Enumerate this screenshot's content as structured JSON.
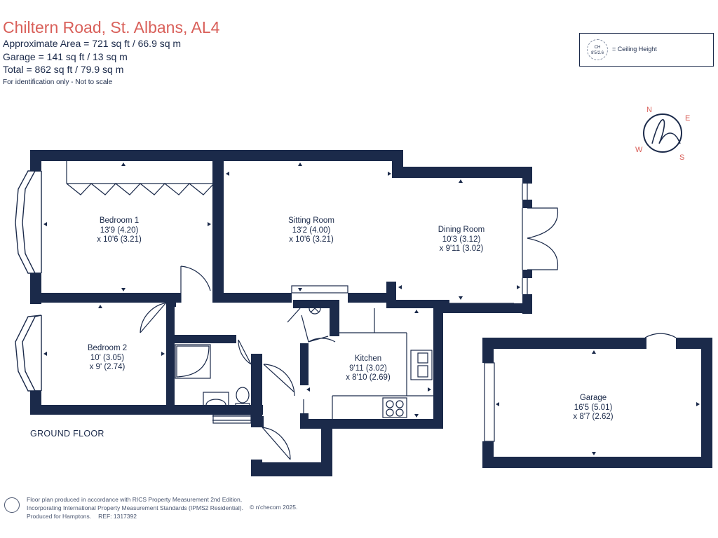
{
  "header": {
    "title": "Chiltern Road, St. Albans, AL4",
    "approx_area": "Approximate Area = 721 sq ft / 66.9 sq m",
    "garage_area": "Garage = 141 sq ft / 13 sq m",
    "total_area": "Total = 862 sq ft / 79.9 sq m",
    "note": "For identification only - Not to scale"
  },
  "legend": {
    "badge": "CH\n8'5/2.6",
    "badge_top": "CH",
    "badge_bottom": "8'5/2.6",
    "label": "= Ceiling Height"
  },
  "compass": {
    "n": "N",
    "e": "E",
    "s": "S",
    "w": "W",
    "mark": "h"
  },
  "rooms": {
    "bedroom1": {
      "name": "Bedroom 1",
      "dim1": "13'9 (4.20)",
      "dim2": "x 10'6 (3.21)"
    },
    "sitting": {
      "name": "Sitting Room",
      "dim1": "13'2 (4.00)",
      "dim2": "x 10'6 (3.21)"
    },
    "dining": {
      "name": "Dining Room",
      "dim1": "10'3 (3.12)",
      "dim2": "x 9'11 (3.02)"
    },
    "bedroom2": {
      "name": "Bedroom 2",
      "dim1": "10' (3.05)",
      "dim2": "x 9' (2.74)"
    },
    "kitchen": {
      "name": "Kitchen",
      "dim1": "9'11 (3.02)",
      "dim2": "x 8'10 (2.69)"
    },
    "garage": {
      "name": "Garage",
      "dim1": "16'5 (5.01)",
      "dim2": "x 8'7 (2.62)"
    }
  },
  "floor_label": "GROUND FLOOR",
  "footer": {
    "line1": "Floor plan produced in accordance with RICS Property Measurement 2nd Edition,",
    "line2": "Incorporating International Property Measurement Standards (IPMS2 Residential).",
    "line3": "Produced for Hamptons.",
    "ref": "REF:  1317392",
    "copyright": "© n'checom 2025."
  },
  "colors": {
    "wall": "#1b2a4a",
    "accent": "#d9605a"
  }
}
